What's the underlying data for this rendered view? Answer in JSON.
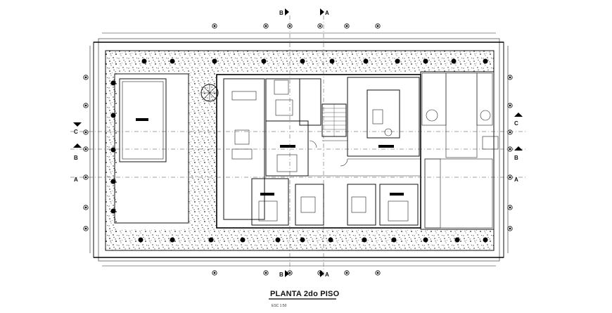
{
  "title": "PLANTA 2do PISO",
  "scale_note": "ESC 1:50",
  "section_marks": {
    "top": [
      "B",
      "A"
    ],
    "bottom": [
      "B",
      "A"
    ],
    "left": [
      "C",
      "B",
      "A"
    ],
    "right": [
      "C",
      "B",
      "A"
    ]
  },
  "axis_bubbles": {
    "top_count": 6,
    "bottom_count": 6,
    "left_count": 7,
    "right_count": 7
  },
  "colors": {
    "ink": "#000000",
    "paper": "#ffffff"
  }
}
